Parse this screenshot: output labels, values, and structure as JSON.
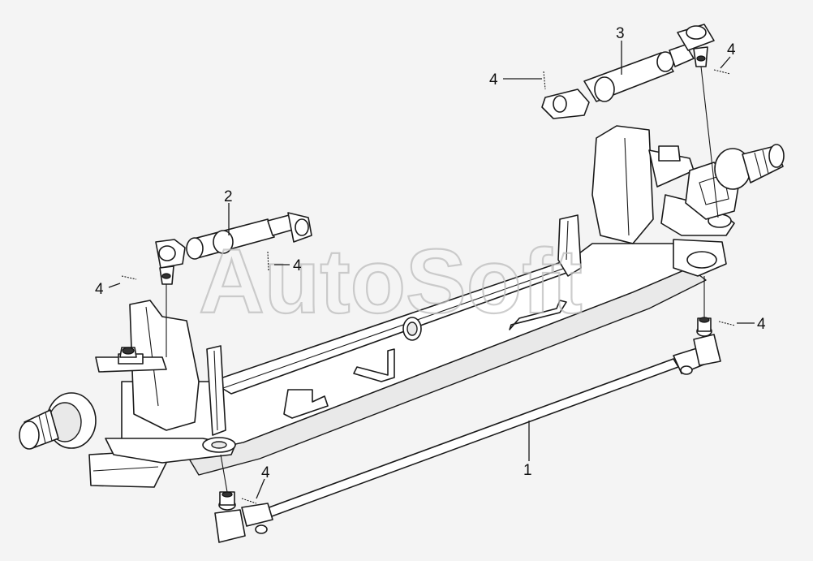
{
  "watermark": "AutoSoft",
  "callouts": [
    {
      "id": "tie-rod",
      "label": "1"
    },
    {
      "id": "cylinder-left",
      "label": "2"
    },
    {
      "id": "cylinder-right",
      "label": "3"
    },
    {
      "id": "pin-upper-left",
      "label": "4"
    },
    {
      "id": "pin-cylinder-left",
      "label": "4"
    },
    {
      "id": "pin-upper-right",
      "label": "4"
    },
    {
      "id": "pin-cylinder-right",
      "label": "4"
    },
    {
      "id": "pin-tierod-right",
      "label": "4"
    },
    {
      "id": "pin-tierod-left",
      "label": "4"
    }
  ]
}
